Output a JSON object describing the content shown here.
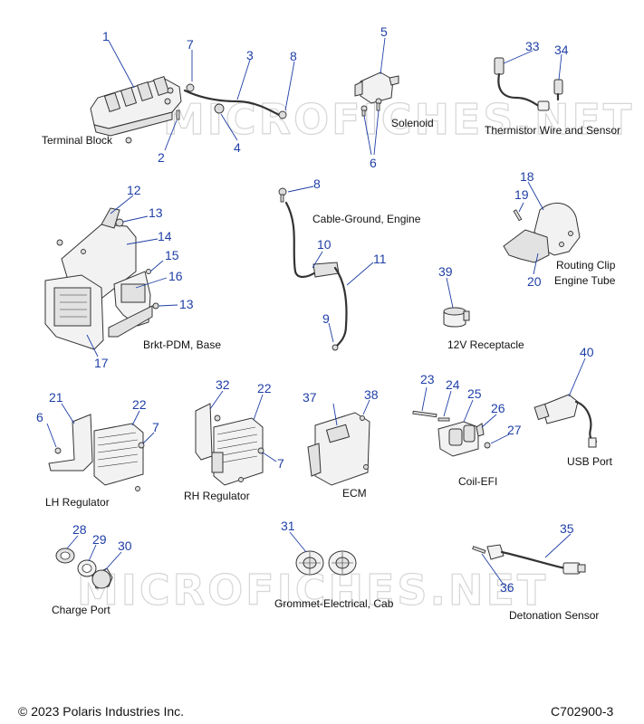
{
  "watermark": "MICROFICHES.NET",
  "footer": {
    "copyright": "© 2023 Polaris Industries Inc.",
    "diagram_code": "C702900-3"
  },
  "labels": {
    "terminal_block": "Terminal Block",
    "solenoid": "Solenoid",
    "thermistor": "Thermistor Wire and Sensor",
    "cable_ground": "Cable-Ground, Engine",
    "routing_clip": "Routing Clip",
    "engine_tube": "Engine Tube",
    "brkt_pdm": "Brkt-PDM, Base",
    "receptacle": "12V Receptacle",
    "lh_regulator": "LH Regulator",
    "rh_regulator": "RH Regulator",
    "ecm": "ECM",
    "coil_efi": "Coil-EFI",
    "usb_port": "USB Port",
    "charge_port": "Charge Port",
    "grommet": "Grommet-Electrical, Cab",
    "detonation": "Detonation Sensor"
  },
  "callouts": {
    "c1": "1",
    "c2": "2",
    "c3": "3",
    "c4": "4",
    "c5": "5",
    "c6a": "6",
    "c6b": "6",
    "c7a": "7",
    "c7b": "7",
    "c7c": "7",
    "c8a": "8",
    "c8b": "8",
    "c9": "9",
    "c10": "10",
    "c11": "11",
    "c12": "12",
    "c13a": "13",
    "c13b": "13",
    "c14": "14",
    "c15": "15",
    "c16": "16",
    "c17": "17",
    "c18": "18",
    "c19": "19",
    "c20": "20",
    "c21": "21",
    "c22a": "22",
    "c22b": "22",
    "c23": "23",
    "c24": "24",
    "c25": "25",
    "c26": "26",
    "c27": "27",
    "c28": "28",
    "c29": "29",
    "c30": "30",
    "c31": "31",
    "c32": "32",
    "c33": "33",
    "c34": "34",
    "c35": "35",
    "c36": "36",
    "c37": "37",
    "c38": "38",
    "c39": "39",
    "c40": "40"
  }
}
